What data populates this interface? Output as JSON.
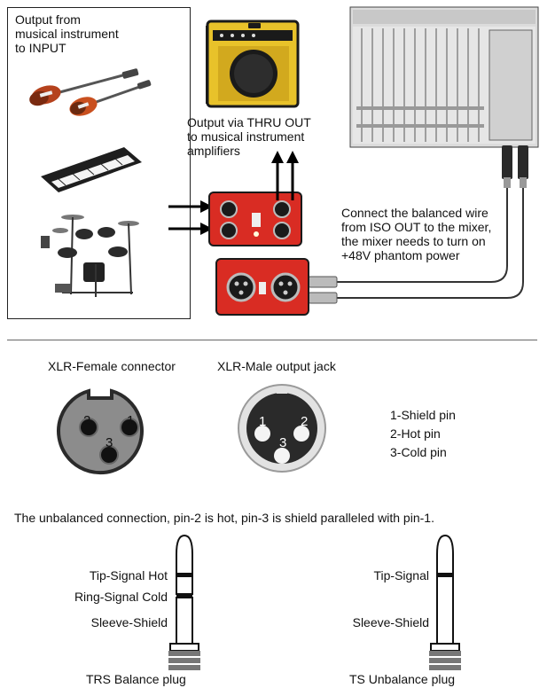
{
  "top": {
    "instrument_caption": [
      "Output from",
      "musical instrument",
      "to INPUT"
    ],
    "thru_caption": [
      "Output via THRU OUT",
      "to musical instrument",
      "amplifiers"
    ],
    "iso_caption": [
      "Connect the balanced wire",
      "from ISO OUT to the mixer,",
      "the mixer needs to turn on",
      "+48V phantom power"
    ]
  },
  "connectors": {
    "female_title": "XLR-Female connector",
    "male_title": "XLR-Male output jack",
    "female_pins": [
      "2",
      "1",
      "3"
    ],
    "male_pins": [
      "1",
      "2",
      "3"
    ],
    "pin_legend": [
      "1-Shield pin",
      "2-Hot pin",
      "3-Cold pin"
    ]
  },
  "unbalanced_note": "The unbalanced connection, pin-2 is hot, pin-3 is shield paralleled with pin-1.",
  "trs": {
    "tip": "Tip-Signal Hot",
    "ring": "Ring-Signal Cold",
    "sleeve": "Sleeve-Shield",
    "title": "TRS Balance plug"
  },
  "ts": {
    "tip": "Tip-Signal",
    "sleeve": "Sleeve-Shield",
    "title": "TS Unbalance plug"
  },
  "colors": {
    "di_box": "#d92c23",
    "amp_body": "#e8c22a",
    "mixer_body": "#dcdcdc",
    "xlr_female": "#8c8c8c",
    "xlr_male": "#2a2a2a"
  }
}
